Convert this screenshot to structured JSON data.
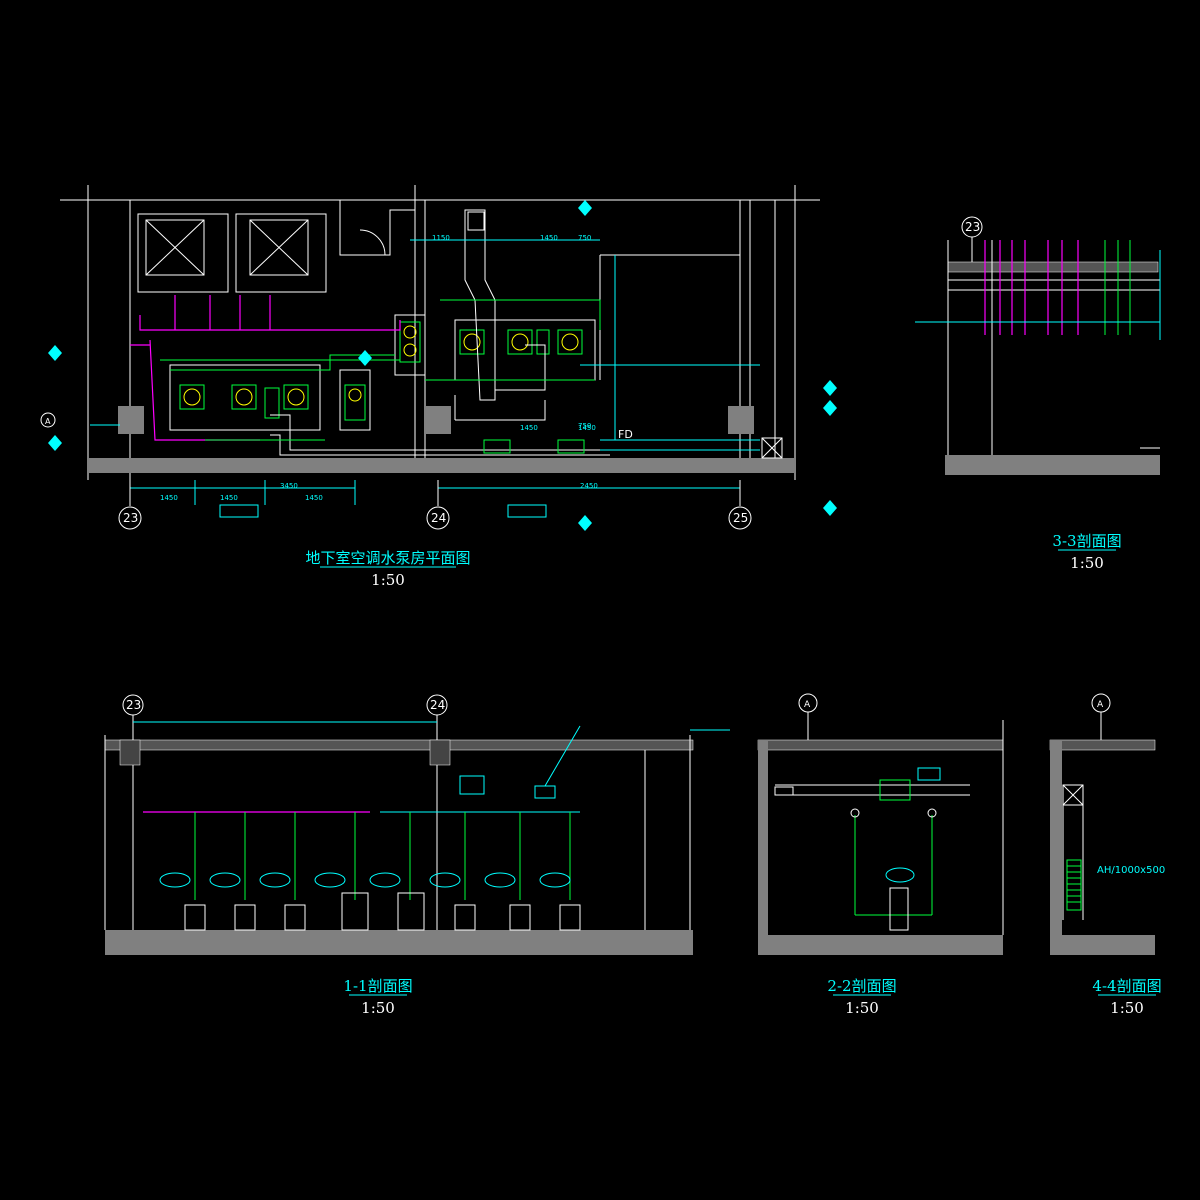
{
  "drawing": {
    "colors": {
      "background": "#000000",
      "cyan": "#00ffff",
      "green": "#00ff3c",
      "magenta": "#ff00ff",
      "white": "#ffffff",
      "yellow": "#ffff00",
      "slab": "#808080"
    },
    "plan": {
      "title": "地下室空调水泵房平面图",
      "scale": "1:50",
      "axes": [
        "23",
        "24",
        "25"
      ],
      "axis_row": "A"
    },
    "section_33": {
      "title": "3-3剖面图",
      "scale": "1:50",
      "axis": "23"
    },
    "section_11": {
      "title": "1-1剖面图",
      "scale": "1:50",
      "axes": [
        "23",
        "24"
      ]
    },
    "section_22": {
      "title": "2-2剖面图",
      "scale": "1:50",
      "axis": "A"
    },
    "section_44": {
      "title": "4-4剖面图",
      "scale": "1:50",
      "axis": "A",
      "louver_label": "AH/1000x500"
    },
    "plan_labels": {
      "fd": "FD",
      "dims": [
        "1450",
        "1450",
        "1450",
        "1450",
        "1450",
        "3450",
        "2450",
        "1150",
        "1450",
        "750",
        "750"
      ]
    }
  }
}
